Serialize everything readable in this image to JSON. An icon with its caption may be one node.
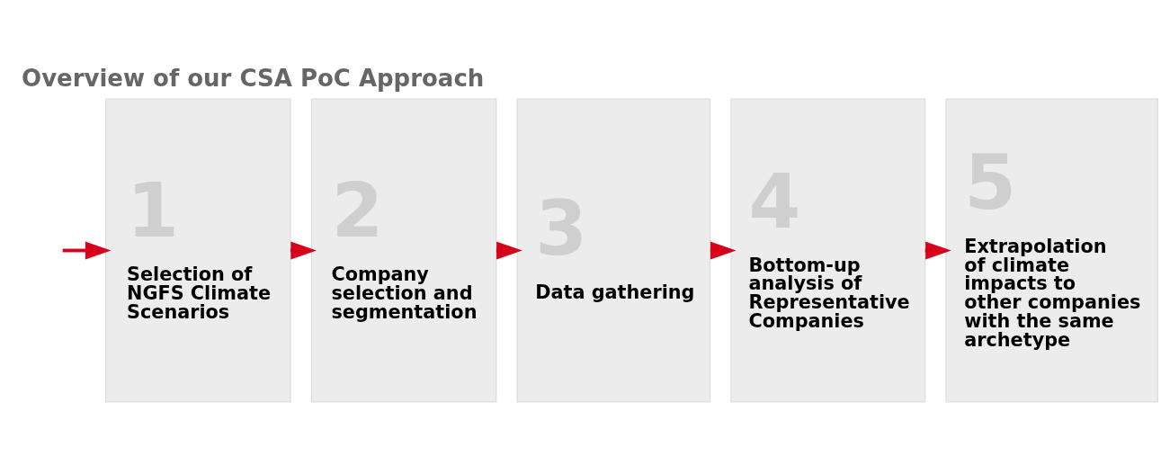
{
  "diagram": {
    "title": "Overview of our CSA PoC Approach",
    "nodes": [
      {
        "text": [
          "1",
          "Selection of NGFS Climate Scenarios"
        ]
      },
      {
        "text": [
          "2",
          "Company selection and segmentation"
        ]
      },
      {
        "text": [
          "3",
          "Data gathering"
        ]
      },
      {
        "text": [
          "4",
          "Bottom-up analysis of Representative Companies"
        ]
      },
      {
        "text": [
          "5",
          "Extrapolation of climate impacts to other companies with the same archetype"
        ]
      }
    ],
    "edges": [
      {
        "from": null,
        "to": 0,
        "arrow": "to"
      },
      {
        "from": 0,
        "to": 1,
        "arrow": "to"
      },
      {
        "from": 1,
        "to": 2,
        "arrow": "to"
      },
      {
        "from": 2,
        "to": 3,
        "arrow": "to"
      },
      {
        "from": 3,
        "to": 4,
        "arrow": "to"
      }
    ]
  }
}
